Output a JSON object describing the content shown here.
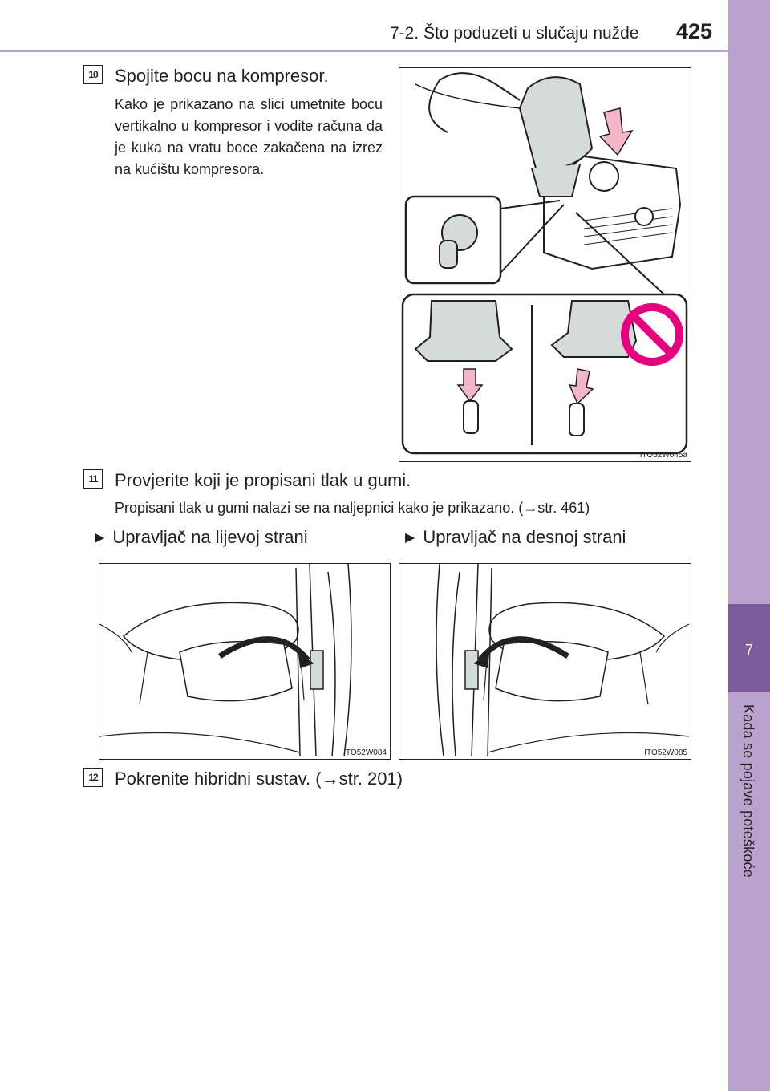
{
  "header": {
    "section": "7-2. Što poduzeti u slučaju nužde",
    "page_number": "425"
  },
  "sidebar": {
    "chapter_number": "7",
    "chapter_title": "Kada se pojave poteškoće"
  },
  "steps": [
    {
      "number": "10",
      "title": "Spojite bocu na kompresor.",
      "body": "Kako je prikazano na slici umetnite bocu vertikalno u kompresor i vodite računa da je kuka na vratu boce zakačena na izrez na kućištu kompresora.",
      "figure_code": "ITO52W045a"
    },
    {
      "number": "11",
      "title": "Provjerite koji je propisani tlak u gumi.",
      "body": "Propisani tlak u gumi nalazi se na naljepnici kako je prikazano. (→str. 461)",
      "options": [
        {
          "label": "Upravljač na lijevoj strani",
          "figure_code": "ITO52W084"
        },
        {
          "label": "Upravljač na desnoj strani",
          "figure_code": "ITO52W085"
        }
      ]
    },
    {
      "number": "12",
      "title": "Pokrenite hibridni sustav. (→str. 201)"
    }
  ],
  "colors": {
    "sidebar": "#b9a3cc",
    "chapter_tab": "#7e5a9b",
    "arrow_pink": "#f4b7c8",
    "prohibit_magenta": "#e6007e",
    "text": "#231f20"
  }
}
